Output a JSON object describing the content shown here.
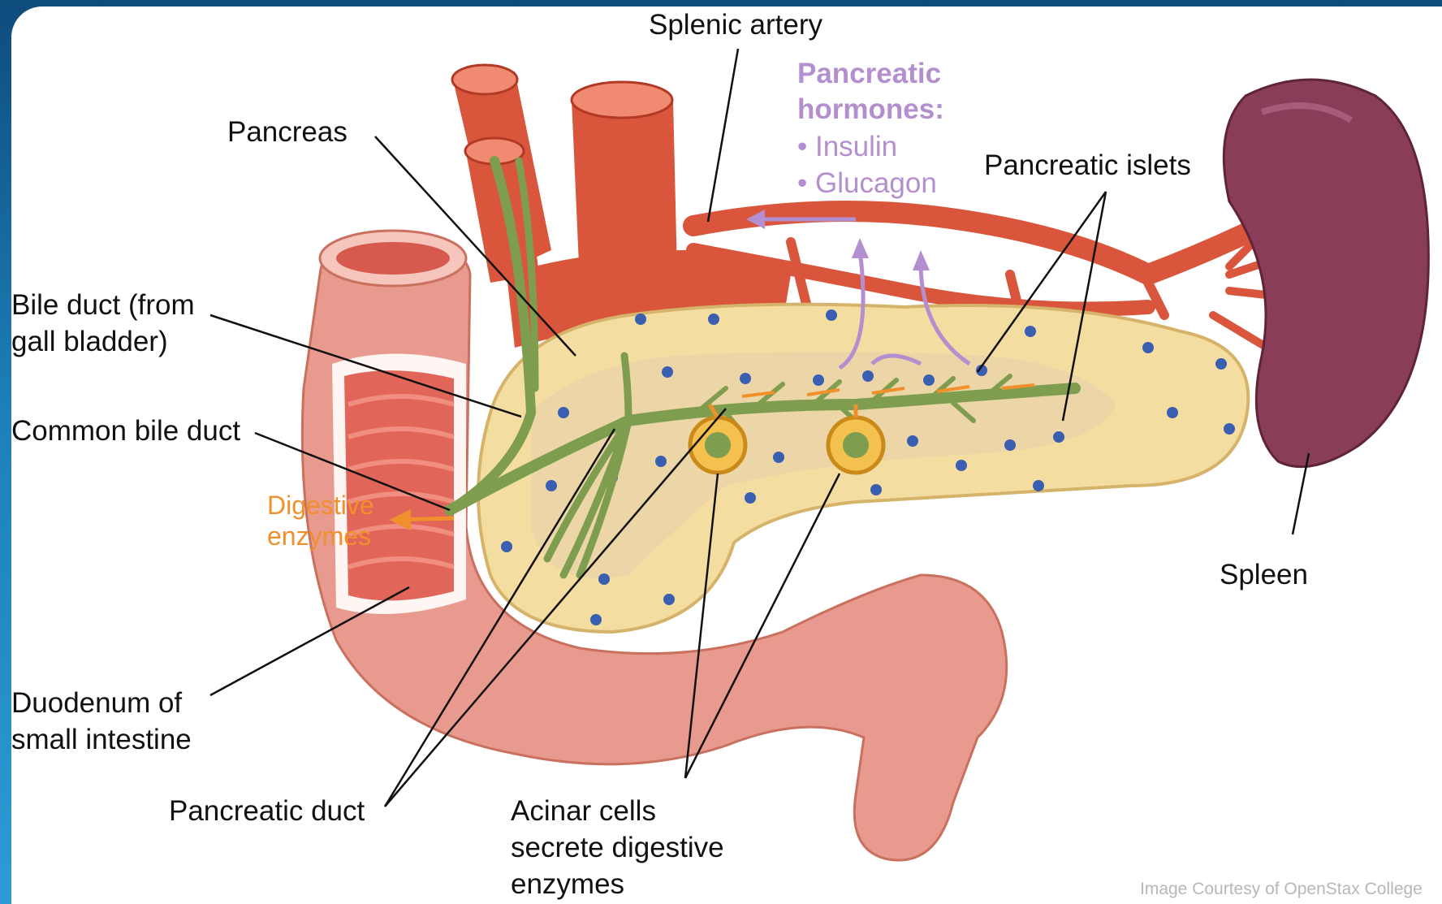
{
  "labels": {
    "splenic_artery": "Splenic artery",
    "pancreas": "Pancreas",
    "hormones_title_1": "Pancreatic",
    "hormones_title_2": "hormones:",
    "hormone_1": "• Insulin",
    "hormone_2": "• Glucagon",
    "pancreatic_islets": "Pancreatic islets",
    "bile_duct_1": "Bile duct (from",
    "bile_duct_2": "gall bladder)",
    "common_bile_duct": "Common bile duct",
    "digestive_1": "Digestive",
    "digestive_2": "enzymes",
    "spleen": "Spleen",
    "duodenum_1": "Duodenum of",
    "duodenum_2": "small intestine",
    "pancreatic_duct": "Pancreatic duct",
    "acinar_1": "Acinar cells",
    "acinar_2": "secrete digestive",
    "acinar_3": "enzymes"
  },
  "credit": "Image Courtesy of OpenStax College",
  "colors": {
    "artery": "#d9553b",
    "pancreas": "#f4dda0",
    "duct": "#7e9d4e",
    "islet": "#3b5fb0",
    "spleen": "#8a3d58",
    "intestine": "#e99a8e",
    "hormone_text": "#b48fcf",
    "enzyme_text": "#f0902c"
  }
}
